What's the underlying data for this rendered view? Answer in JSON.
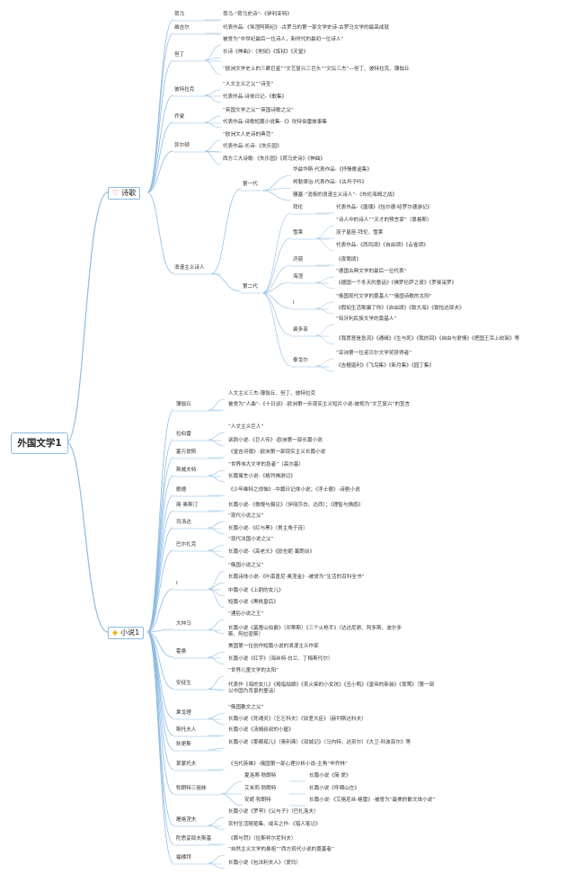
{
  "root": {
    "label": "外国文学1"
  },
  "categories": [
    {
      "label": "诗歌",
      "icon": "heart-icon",
      "authors": [
        {
          "name": "荷马",
          "notes": [
            "荷马-“荷马史诗”-《伊利亚特》"
          ]
        },
        {
          "name": "维吉尔",
          "notes": [
            "代表作品-《埃涅阿斯纪》-古罗马的第一部文学史诗-古罗马文学的最高成就"
          ]
        },
        {
          "name": "但丁",
          "notes": [
            "被誉为“中世纪最后一位诗人，新时代的最初一位诗人”",
            "长诗《神曲》：《地狱》《炼狱》《天堂》",
            "“欧洲文学史上的三颗巨星”“文艺复兴三巨头”“文坛三杰”—但丁、彼特拉克、薄伽丘"
          ]
        },
        {
          "name": "彼特拉克",
          "notes": [
            "“人文主义之父”“诗圣”",
            "代表作品-诗体日记-《歌集》"
          ]
        },
        {
          "name": "乔叟",
          "notes": [
            "“英国文学之父”“英国诗歌之父”",
            "代表作品-诗歌短篇小说集-《》坎特伯雷故事集"
          ]
        },
        {
          "name": "弥尔顿",
          "notes": [
            "“欧洲文人史诗的典范”",
            "代表作品-长诗-《失乐园》",
            "西方三大诗歌-《失乐园》《荷马史诗》《神曲》"
          ]
        },
        {
          "name": "浪漫主义诗人",
          "groups": [
            {
              "label": "第一代",
              "items": [
                {
                  "name": "华兹华斯-代表作品-《抒情歌谣集》"
                },
                {
                  "name": "柯勒律治-代表作品-《古舟子吟》"
                },
                {
                  "name": "骚塞-“消极的浪漫主义诗人”-《布伦海姆之战》"
                }
              ]
            },
            {
              "label": "第二代",
              "items": [
                {
                  "name": "拜伦",
                  "notes": [
                    "代表作品-《唐璜》《恰尔德·哈罗尔德游记》"
                  ]
                },
                {
                  "name": "雪莱",
                  "notes": [
                    "“诗人中的诗人”“天才的预言家”（恩格斯）",
                    "双子星座-拜伦、雪莱",
                    "代表作品-《西风颂》《自由颂》《云雀颂》"
                  ]
                },
                {
                  "name": "济慈",
                  "notes": [
                    "《夜莺颂》"
                  ]
                },
                {
                  "name": "海涅",
                  "notes": [
                    "“德国古典文学的最后一位代表”",
                    "《德国一个冬天的童话》《佛罗伦萨之夜》《罗曼采罗》"
                  ]
                },
                {
                  "name": "I",
                  "notes": [
                    "“俄国现代文学的奠基人”“俄国诗歌的太阳”",
                    "《假如生活欺骗了你》《自由颂》《致大海》《致恰达耶夫》"
                  ]
                },
                {
                  "name": "裴多菲",
                  "notes": [
                    "“匈牙利民族文学的奠基人”",
                    "《我愿意是急流》《通缉》《生与死》《我的回》《自由与爱情》《把国王吊上绞架》等"
                  ]
                },
                {
                  "name": "泰戈尔",
                  "notes": [
                    "“亚洲第一位诺贝尔文学奖获得者”",
                    "《吉檀迦利》《飞鸟集》《新月集》《园丁集》"
                  ]
                }
              ]
            }
          ]
        }
      ]
    },
    {
      "label": "小说1",
      "icon": "bulb-icon",
      "authors": [
        {
          "name": "薄伽丘",
          "notes": [
            "人文主义三杰-薄伽丘、但丁、彼特拉克",
            "被誉为“人曲”-《十日谈》-欧洲第一步现实主义短片小说-被视为“文艺复兴”的宣言"
          ]
        },
        {
          "name": "拉伯雷",
          "notes": [
            "“人文主义巨人”",
            "讽刺小说-《巨人传》-欧洲第一部长篇小说"
          ]
        },
        {
          "name": "塞万提斯",
          "notes": [
            "《堂吉诃德》-欧洲第一部现实主义长篇小说"
          ]
        },
        {
          "name": "斯威夫特",
          "notes": [
            "“世界伟大文学的急者”（高尔基）",
            "长篇寓言小说-《格列佛游记》"
          ]
        },
        {
          "name": "歌德",
          "notes": [
            "《少年维特之烦恼》-中篇日记体小说；《浮士德》-诗剧小说"
          ]
        },
        {
          "name": "简·奥斯汀",
          "notes": [
            "长篇小说-《傲慢与偏见》（伊丽莎白、达西）；《理智与情感》"
          ]
        },
        {
          "name": "司汤达",
          "notes": [
            "“现代小说之父”",
            "长篇小说-《红与黑》（男主角于连）"
          ]
        },
        {
          "name": "巴尔扎克",
          "notes": [
            "“现代法国小说之父”",
            "长篇小说-《高老头》《欧也妮·葛朗台》"
          ]
        },
        {
          "name": "I",
          "notes": [
            "“俄国小说之父”",
            "长篇诗体小说-《叶甫盖尼·奥涅金》-被誉为“生活的百科全书”",
            "中篇小说《上尉的女儿》",
            "短篇小说《黑桃皇后》"
          ]
        },
        {
          "name": "大仲马",
          "notes": [
            "“通俗小说之王”",
            "长篇小说《基督山伯爵》（邓蒂斯）《三个火枪手》（达达尼昂、阿多斯、波尔多斯、阿拉密斯）"
          ]
        },
        {
          "name": "霍桑",
          "notes": [
            "美国第一位创作短篇小说的浪漫主义作家",
            "长篇小说《红字》（海丝特·白兰、丁梅斯代尔）"
          ]
        },
        {
          "name": "安徒生",
          "notes": [
            "“世界儿童文学的太阳”",
            "代表作《海的女儿》《拇指姑娘》《卖火柴的小女孩》《丑小鸭》《皇帝的新装》《夜莺》（第一部以中国为背景的童话）"
          ]
        },
        {
          "name": "果戈理",
          "notes": [
            "“俄国散文之父”",
            "长篇小说《死魂灵》（乞乞科夫）《钦差大臣》（赫列斯达科夫）"
          ]
        },
        {
          "name": "斯托夫人",
          "notes": [
            "长篇小说《汤姆叔叔的小屋》"
          ]
        },
        {
          "name": "狄更斯",
          "notes": [
            "长篇小说《雾都孤儿》（奥利弗）《双城记》（马内特、达奈尔）《大卫·科波菲尔》等"
          ]
        },
        {
          "name": "莱蒙托夫",
          "notes": [
            "《当代英雄》-俄国第一部心理分析小说-主角“毕乔林”"
          ]
        },
        {
          "name": "勃朗特三姐妹",
          "sisters": [
            {
              "name": "夏洛蒂·勃朗特",
              "work": "长篇小说《简·爱》"
            },
            {
              "name": "艾米莉·勃朗特",
              "work": "长篇小说《呼啸山庄》"
            },
            {
              "name": "安妮·勃朗特",
              "work": "长篇小说-《艾格尼丝·格雷》-被誉为“最美的散文体小说”"
            }
          ]
        },
        {
          "name": "屠格涅夫",
          "notes": [
            "长篇小说《罗亭》《父与子》（巴扎洛夫）",
            "农村生活随笔集、成名之作-《猎人笔记》"
          ]
        },
        {
          "name": "陀思妥耶夫斯基",
          "notes": [
            "《罪与罚》（拉斯柯尔尼科夫）"
          ]
        },
        {
          "name": "福楼拜",
          "notes": [
            "“自然主义文学的鼻祖”“西方现代小说的奠基者”",
            "长篇小说《包法利夫人》（爱玛）"
          ]
        }
      ]
    }
  ]
}
